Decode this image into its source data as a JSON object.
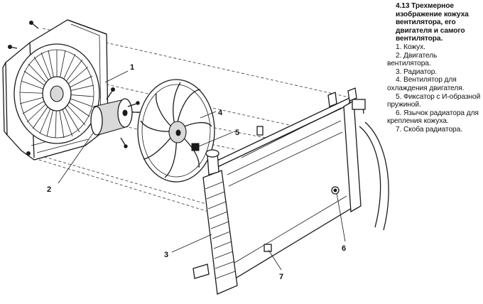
{
  "caption": {
    "title": "4.13 Трехмерное изображение кожуха вентилятора, его двигателя и самого вентилятора.",
    "items": [
      "1. Кожух.",
      "2. Двигатель вентилятора.",
      "3. Радиатор.",
      "4. Вентилятор для охлаждения двигателя.",
      "5. Фиксатор с И-образной пружиной.",
      "6. Язычок радиатора для крепления кожуха.",
      "7. Скоба радиатора."
    ]
  },
  "callouts": [
    "1",
    "2",
    "3",
    "4",
    "5",
    "6",
    "7"
  ]
}
